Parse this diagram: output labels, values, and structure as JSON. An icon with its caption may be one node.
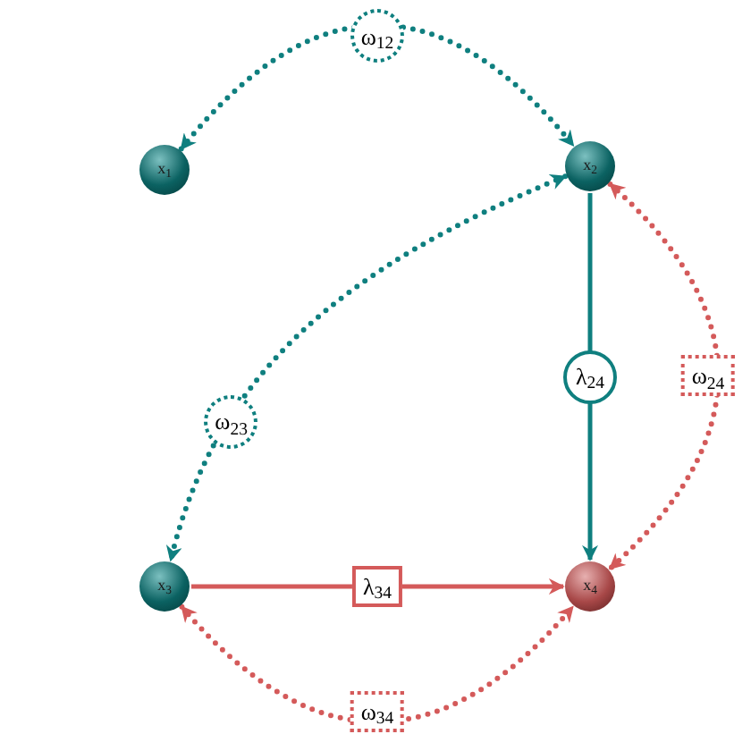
{
  "diagram": {
    "nodes": [
      {
        "text": [
          "x$_{1}$"
        ]
      },
      {
        "text": [
          "x$_{2}$"
        ]
      },
      {
        "text": [
          "x$_{3}$"
        ]
      },
      {
        "text": [
          "x$_{4}$"
        ]
      }
    ],
    "edges": [
      {
        "from": 0,
        "to": 1,
        "arrow": "both",
        "label": "ω$_{12}$",
        "style": "dashed"
      },
      {
        "from": 1,
        "to": 2,
        "arrow": "both",
        "label": "ω$_{23}$",
        "style": "dashed"
      },
      {
        "from": 1,
        "to": 3,
        "arrow": "to",
        "label": "λ$_{24}$"
      },
      {
        "from": 2,
        "to": 3,
        "arrow": "to",
        "label": "λ$_{34}$",
        "color": "#d45a5a"
      },
      {
        "from": 1,
        "to": 3,
        "arrow": "both",
        "label": "ω$_{24}$",
        "style": "dashed",
        "color": "#d45a5a"
      },
      {
        "from": 2,
        "to": 3,
        "arrow": "both",
        "label": "ω$_{34}$",
        "style": "dashed",
        "color": "#d45a5a"
      }
    ]
  }
}
